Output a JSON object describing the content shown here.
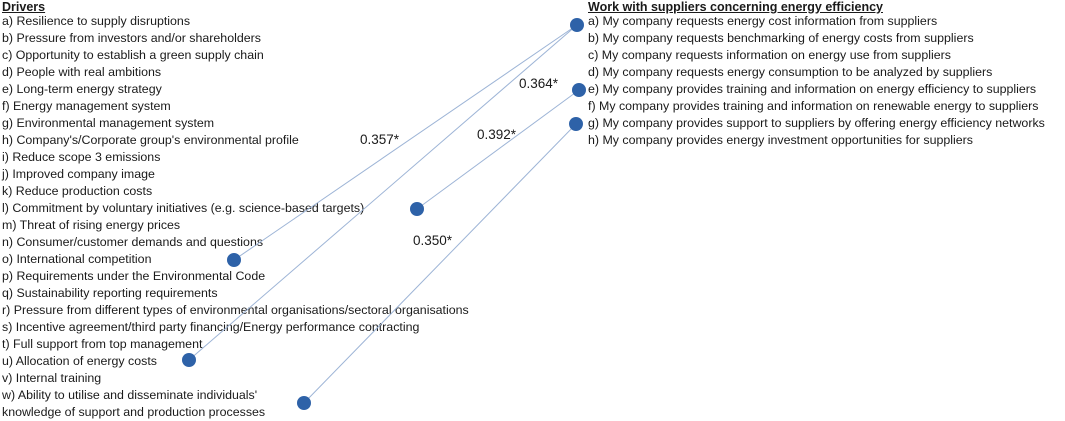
{
  "drivers": {
    "heading": "Drivers",
    "items": [
      "a) Resilience to supply disruptions",
      "b) Pressure from investors and/or shareholders",
      "c) Opportunity to establish a green supply chain",
      "d) People with real ambitions",
      "e) Long-term energy strategy",
      "f) Energy management system",
      "g) Environmental management system",
      "h) Company's/Corporate group's environmental profile",
      "i) Reduce scope 3 emissions",
      "j) Improved company image",
      "k) Reduce production costs",
      "l) Commitment by voluntary initiatives (e.g. science-based targets)",
      "m) Threat of rising energy prices",
      "n) Consumer/customer demands and questions",
      "o) International competition",
      "p) Requirements under the Environmental Code",
      "q) Sustainability reporting requirements",
      "r) Pressure from different types of environmental organisations/sectoral organisations",
      "s) Incentive agreement/third party financing/Energy performance contracting",
      "t) Full support from top management",
      "u) Allocation of energy costs",
      "v) Internal training",
      "w) Ability to utilise and disseminate individuals'",
      "knowledge of support and production processes"
    ]
  },
  "work": {
    "heading": "Work with suppliers concerning energy efficiency",
    "items": [
      "a) My company requests energy cost information from suppliers",
      "b) My company requests benchmarking of energy costs from suppliers",
      "c) My company requests information on energy use from suppliers",
      "d) My company requests energy consumption to be analyzed by suppliers",
      "e) My company provides training and information on energy efficiency to suppliers",
      "f) My company provides training and information on renewable energy to suppliers",
      "g) My company provides support to suppliers by offering energy efficiency networks",
      "h) My company provides energy investment opportunities for suppliers"
    ]
  },
  "correlations": [
    {
      "label": "0.357*",
      "driver": "o",
      "work": "a"
    },
    {
      "label": "0.364*",
      "driver": "u",
      "work": "a"
    },
    {
      "label": "0.392*",
      "driver": "l",
      "work": "e"
    },
    {
      "label": "0.350*",
      "driver": "w",
      "work": "g"
    }
  ],
  "colors": {
    "node": "#2e62a8",
    "link": "#9db4d6"
  }
}
